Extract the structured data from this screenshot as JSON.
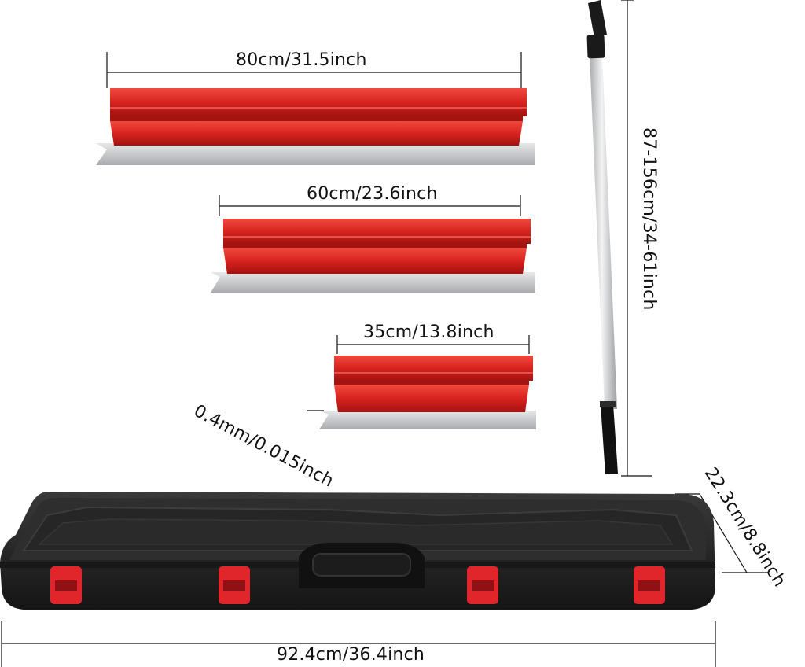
{
  "dimensions": {
    "blade_80": "80cm/31.5inch",
    "blade_60": "60cm/23.6inch",
    "blade_35": "35cm/13.8inch",
    "blade_thickness": "0.4mm/0.015inch",
    "handle_length": "87-156cm/34-61inch",
    "case_depth": "22.3cm/8.8inch",
    "case_length": "92.4cm/36.4inch"
  },
  "colors": {
    "blade_red": "#d8231f",
    "blade_red_dark": "#a3130f",
    "blade_steel": "#c9cacc",
    "case_black": "#1e1e1e",
    "latch_red": "#e0262a",
    "pole_silver": "#d9dadc"
  }
}
